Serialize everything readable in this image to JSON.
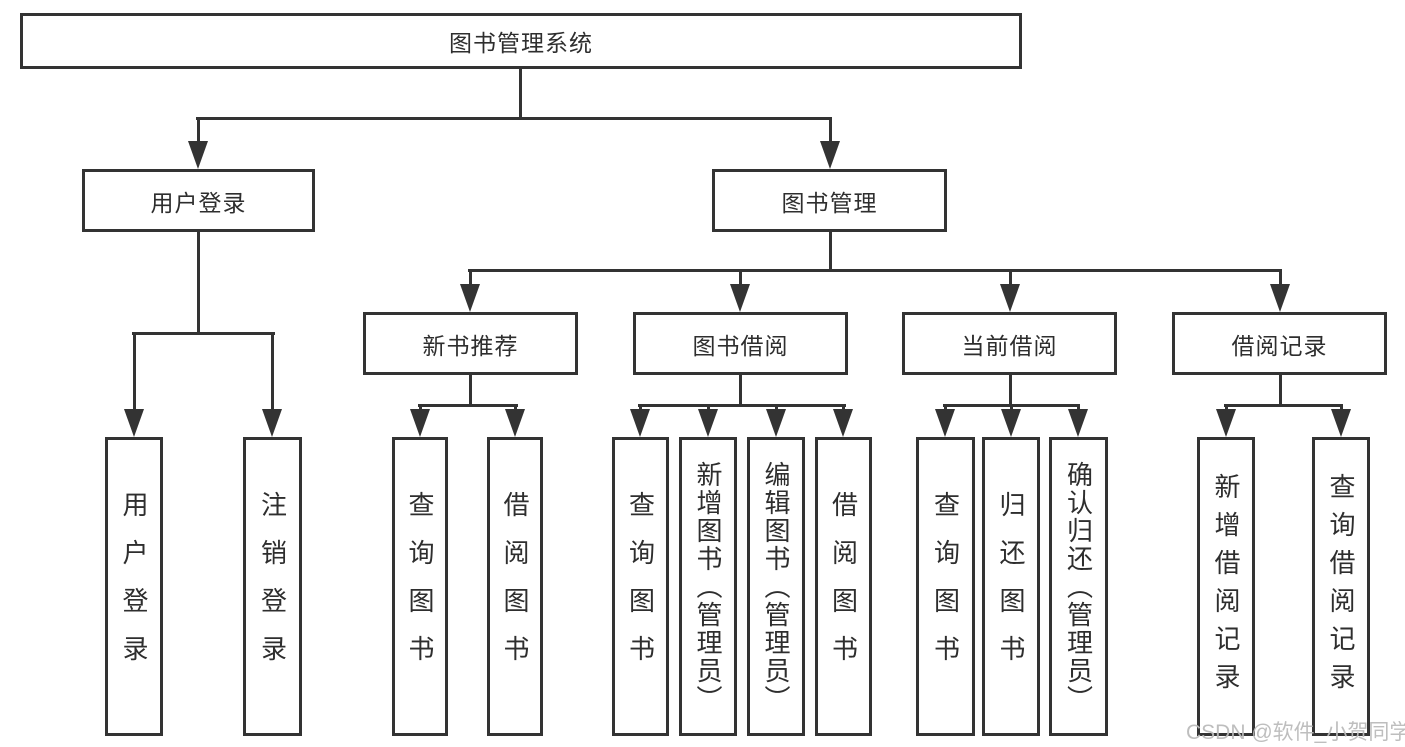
{
  "diagram": {
    "root": {
      "label": "图书管理系统"
    },
    "level2": {
      "user_login": {
        "label": "用户登录"
      },
      "book_management": {
        "label": "图书管理"
      }
    },
    "level3": {
      "new_book_recommend": {
        "label": "新书推荐"
      },
      "book_borrowing": {
        "label": "图书借阅"
      },
      "current_borrowing": {
        "label": "当前借阅"
      },
      "borrowing_records": {
        "label": "借阅记录"
      }
    },
    "leaves": {
      "user_login": [
        {
          "label": "用户登录"
        },
        {
          "label": "注销登录"
        }
      ],
      "new_book_recommend": [
        {
          "label": "查询图书"
        },
        {
          "label": "借阅图书"
        }
      ],
      "book_borrowing": [
        {
          "label": "查询图书"
        },
        {
          "label": "新增图书（管理员）"
        },
        {
          "label": "编辑图书（管理员）"
        },
        {
          "label": "借阅图书"
        }
      ],
      "current_borrowing": [
        {
          "label": "查询图书"
        },
        {
          "label": "归还图书"
        },
        {
          "label": "确认归还（管理员）"
        }
      ],
      "borrowing_records": [
        {
          "label": "新增借阅记录"
        },
        {
          "label": "查询借阅记录"
        }
      ]
    },
    "colors": {
      "line": "#333333",
      "text": "#2e2e2e",
      "box_background": "#ffffff",
      "watermark": "#bbbbbb"
    }
  },
  "watermark": {
    "text": "CSDN @软件_小贺同学"
  }
}
